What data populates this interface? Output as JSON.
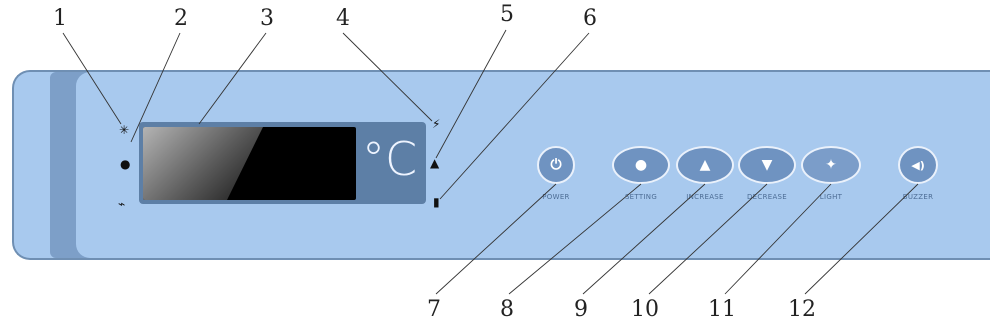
{
  "callouts": {
    "top": [
      "1",
      "2",
      "3",
      "4",
      "5",
      "6"
    ],
    "bottom": [
      "7",
      "8",
      "9",
      "10",
      "11",
      "12"
    ]
  },
  "display": {
    "unit": "°C"
  },
  "indicators": {
    "left": [
      "✳",
      "●",
      "⌁"
    ],
    "right": [
      "⚡",
      "▲",
      "▮"
    ]
  },
  "buttons": [
    {
      "name": "power-button",
      "glyph": "⏻",
      "label": "POWER"
    },
    {
      "name": "setting-button",
      "glyph": "●",
      "label": "SETTING"
    },
    {
      "name": "increase-button",
      "glyph": "▲",
      "label": "INCREASE"
    },
    {
      "name": "decrease-button",
      "glyph": "▼",
      "label": "DECREASE"
    },
    {
      "name": "light-button",
      "glyph": "✦",
      "label": "LIGHT"
    },
    {
      "name": "buzzer-button",
      "glyph": "◀)",
      "label": "BUZZER"
    }
  ],
  "colors": {
    "panel": "#a8c9ee",
    "panel_dark": "#7d9fc8",
    "button": "#6f93c1",
    "lcd": "#000000"
  }
}
